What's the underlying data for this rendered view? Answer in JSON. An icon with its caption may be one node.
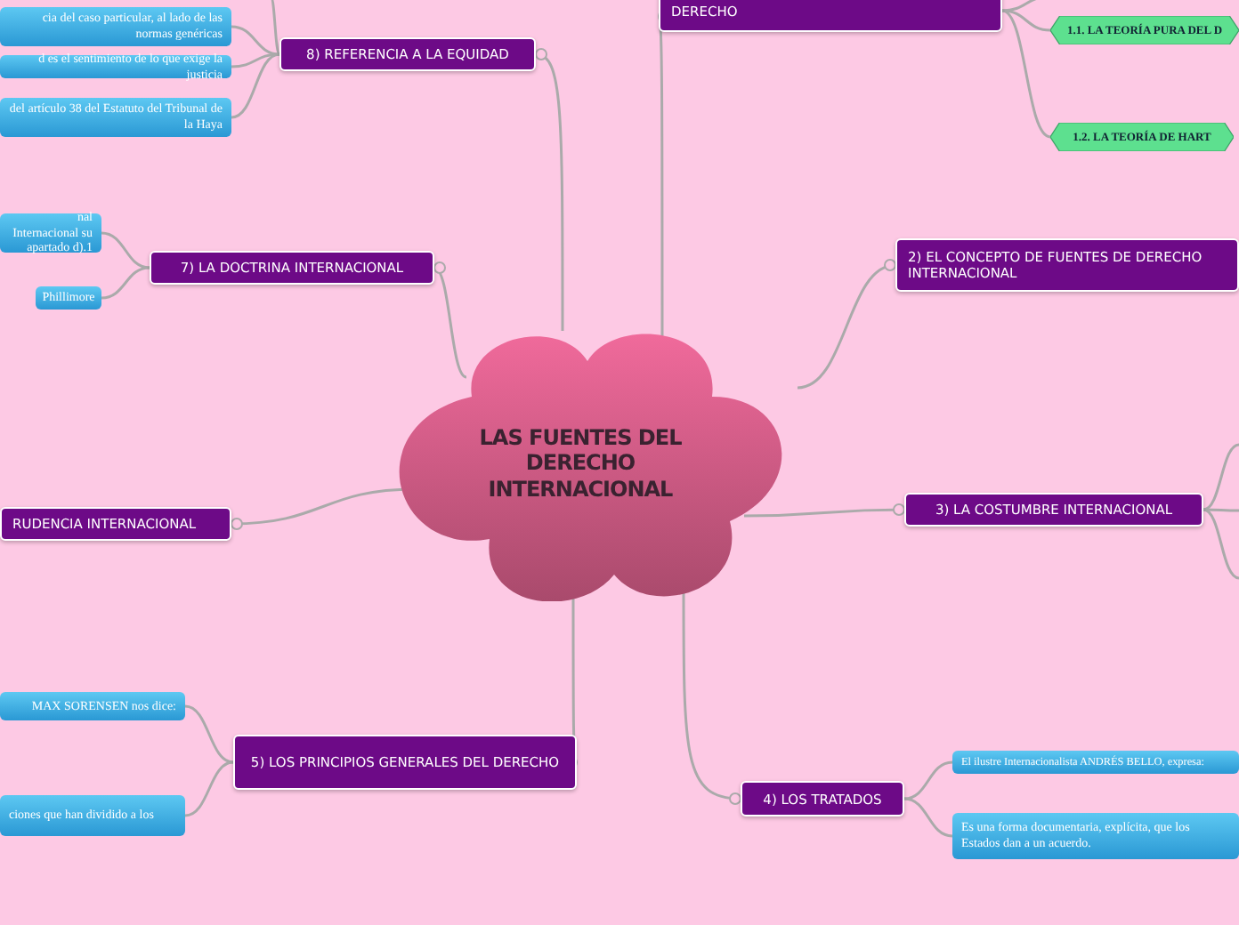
{
  "diagram": {
    "nodes": [
      {
        "text": [
          "LAS FUENTES DEL DERECHO INTERNACIONAL"
        ]
      },
      {
        "text": [
          "DERECHO"
        ]
      },
      {
        "text": [
          "1.1. LA TEORÍA PURA DEL D"
        ]
      },
      {
        "text": [
          "1.2. LA TEORÍA DE HART"
        ]
      },
      {
        "text": [
          "2) EL CONCEPTO DE FUENTES DE DERECHO INTERNACIONAL"
        ]
      },
      {
        "text": [
          "3) LA COSTUMBRE INTERNACIONAL"
        ]
      },
      {
        "text": [
          "4) LOS TRATADOS"
        ]
      },
      {
        "text": [
          "El ilustre Internacionalista ANDRÉS BELLO, expresa:"
        ]
      },
      {
        "text": [
          "Es una forma documentaria, explícita, que los Estados dan a un acuerdo."
        ]
      },
      {
        "text": [
          "5) LOS PRINCIPIOS GENERALES DEL DERECHO"
        ]
      },
      {
        "text": [
          "MAX SORENSEN nos dice:"
        ]
      },
      {
        "text": [
          "ciones que han dividido a los"
        ]
      },
      {
        "text": [
          "RUDENCIA INTERNACIONAL"
        ]
      },
      {
        "text": [
          "7) LA DOCTRINA INTERNACIONAL"
        ]
      },
      {
        "text": [
          "nal Internacional su apartado d).1"
        ]
      },
      {
        "text": [
          "Phillimore"
        ]
      },
      {
        "text": [
          "8) REFERENCIA A LA EQUIDAD"
        ]
      },
      {
        "text": [
          "cia del caso particular, al lado de las normas genéricas"
        ]
      },
      {
        "text": [
          "d es el sentimiento de lo que exige la justicia"
        ]
      },
      {
        "text": [
          "del artículo 38 del Estatuto del Tribunal de la Haya"
        ]
      }
    ],
    "edges": [
      {
        "from": 0,
        "to": 1,
        "arrow": "other"
      },
      {
        "from": 1,
        "to": 2,
        "arrow": "none"
      },
      {
        "from": 1,
        "to": 3,
        "arrow": "none"
      },
      {
        "from": 1,
        "to": null,
        "arrow": "none"
      },
      {
        "from": 0,
        "to": 4,
        "arrow": "other"
      },
      {
        "from": 0,
        "to": 5,
        "arrow": "other"
      },
      {
        "from": 5,
        "to": null,
        "arrow": "none"
      },
      {
        "from": 5,
        "to": null,
        "arrow": "none"
      },
      {
        "from": 5,
        "to": null,
        "arrow": "none"
      },
      {
        "from": 0,
        "to": 6,
        "arrow": "other"
      },
      {
        "from": 6,
        "to": 7,
        "arrow": "none"
      },
      {
        "from": 6,
        "to": 8,
        "arrow": "none"
      },
      {
        "from": 0,
        "to": 9,
        "arrow": "other"
      },
      {
        "from": 9,
        "to": 10,
        "arrow": "none"
      },
      {
        "from": 9,
        "to": 11,
        "arrow": "none"
      },
      {
        "from": 0,
        "to": 12,
        "arrow": "other"
      },
      {
        "from": 0,
        "to": 13,
        "arrow": "other"
      },
      {
        "from": 13,
        "to": 14,
        "arrow": "none"
      },
      {
        "from": 13,
        "to": 15,
        "arrow": "none"
      },
      {
        "from": 0,
        "to": 16,
        "arrow": "other"
      },
      {
        "from": 16,
        "to": 17,
        "arrow": "none"
      },
      {
        "from": 16,
        "to": 18,
        "arrow": "none"
      },
      {
        "from": 16,
        "to": 19,
        "arrow": "none"
      },
      {
        "from": 16,
        "to": null,
        "arrow": "none"
      }
    ]
  }
}
